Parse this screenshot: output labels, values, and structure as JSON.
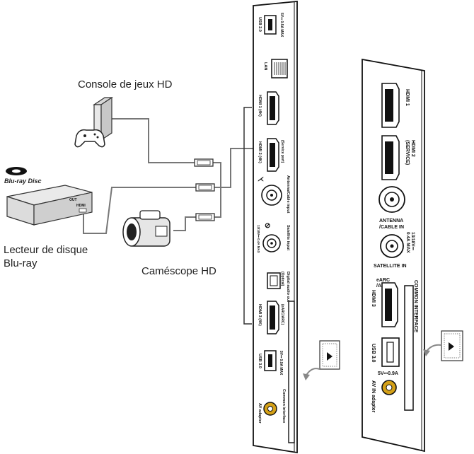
{
  "devices": {
    "console": "Console de jeux HD",
    "bluray_line1": "Lecteur de disque",
    "bluray_line2": "Blu-ray",
    "camcorder": "Caméscope HD",
    "bluray_logo": "Blu-ray Disc",
    "bluray_port_out": "OUT",
    "bluray_port_hdmi": "HDMI"
  },
  "panel_left": {
    "usb20": "USB 2.0",
    "usb20_rating": "5V⎓ 0.5A MAX",
    "lan": "LAN",
    "hdmi1": "HDMI 1 (4K)",
    "hdmi2": "HDMI 2 (4K)",
    "hdmi2_note": "(Service port)",
    "antenna": "Antenna/Cable input",
    "satellite": "Satellite input",
    "satellite_rating": "13/18V⎓ 0.4A MAX",
    "digital_audio": "Digital audio out",
    "digital_audio_note": "(Optical)",
    "hdmi3": "HDMI 3 (4K)",
    "hdmi3_note": "(eARC/ARC)",
    "usb30": "USB 3.0",
    "usb30_rating": "5V⎓ 0.9A MAX",
    "common_interface": "Common interface",
    "av_adapter": "AV adapter"
  },
  "panel_right": {
    "hdmi1": "HDMI 1",
    "hdmi2_line1": "HDMI 2",
    "hdmi2_line2": "(SERVICE)",
    "antenna_line1": "ANTENNA",
    "antenna_line2": "/CABLE IN",
    "sat_rating_line1": "13/18V⎓",
    "sat_rating_line2": "0.4A MAX",
    "satellite": "SATELLITE IN",
    "earc_line1": "eARC",
    "earc_line2": "/ARC",
    "hdmi3": "HDMI 3",
    "common_interface": "COMMON INTERFACE",
    "usb30": "USB 3.0",
    "usb_rating": "5V⎓0.9A",
    "av_adapter": "AV IN adapter"
  }
}
